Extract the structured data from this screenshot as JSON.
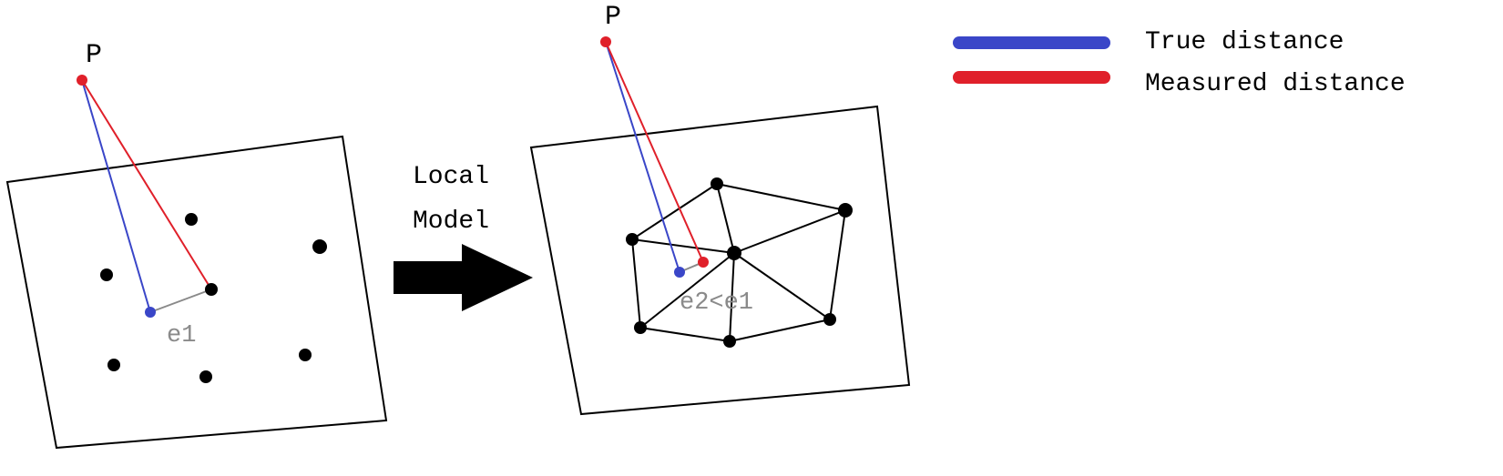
{
  "left_panel": {
    "point_label": "P",
    "error_label": "e1"
  },
  "arrow": {
    "label_line1": "Local",
    "label_line2": "Model"
  },
  "right_panel": {
    "point_label": "P",
    "error_label": "e2<e1"
  },
  "legend": {
    "items": [
      {
        "label": "True distance",
        "color": "#3a46c8"
      },
      {
        "label": "Measured distance",
        "color": "#e0202a"
      }
    ]
  },
  "colors": {
    "true_distance": "#3a46c8",
    "measured_distance": "#e0202a",
    "point": "#e0202a",
    "sample_point": "#000000",
    "error_text": "#8a8a8a"
  }
}
